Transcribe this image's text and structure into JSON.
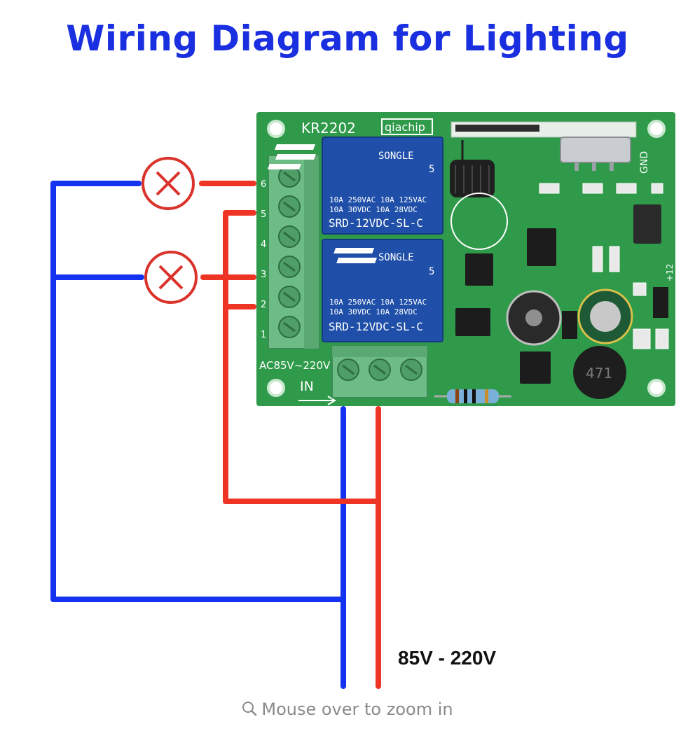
{
  "title": "Wiring Diagram for Lighting",
  "board": {
    "model": "KR2202",
    "brand": "qiachip",
    "gnd_label": "GND",
    "supply_label": "AC85V~220V",
    "input_label": "IN",
    "v_label": "+12",
    "terminal_numbers": [
      "6",
      "5",
      "4",
      "3",
      "2",
      "1"
    ],
    "inductor_code": "471",
    "relays": [
      {
        "brand": "SONGLE",
        "pin": "5",
        "ratings": [
          "10A 250VAC  10A 125VAC",
          "10A  30VDC  10A  28VDC"
        ],
        "model": "SRD-12VDC-SL-C"
      },
      {
        "brand": "SONGLE",
        "pin": "5",
        "ratings": [
          "10A 250VAC  10A 125VAC",
          "10A  30VDC  10A  28VDC"
        ],
        "model": "SRD-12VDC-SL-C"
      }
    ]
  },
  "voltage_label": "85V - 220V",
  "zoom_hint": "Mouse over to zoom in",
  "colors": {
    "title": "#1a2fe0",
    "neutral_wire": "#1433f0",
    "live_wire": "#ee3424",
    "lamp": "#d9332b",
    "pcb": "#2f9a4a",
    "terminal_block": "#6dbb85",
    "relay": "#1f4fa8"
  },
  "icons": [
    "lamp-icon",
    "search-icon"
  ]
}
